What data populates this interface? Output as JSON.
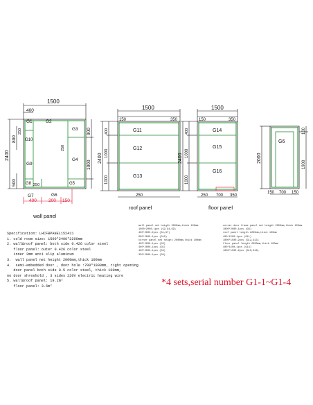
{
  "wall": {
    "caption": "wall panel",
    "top_dim": "1500",
    "top_sub": "400",
    "left_total": "2400",
    "left_dims": [
      "800",
      "500"
    ],
    "left_sub": [
      "250",
      "250"
    ],
    "right_dims": [
      "900",
      "1000"
    ],
    "inner_marks": [
      "250",
      "250"
    ],
    "bottom_red": [
      "400",
      "200",
      "150"
    ],
    "panels": [
      "G1",
      "G2",
      "G3",
      "G4",
      "G5",
      "G6",
      "G7",
      "G8",
      "G9",
      "G10"
    ]
  },
  "roof": {
    "caption": "roof panel",
    "top_dim": "1500",
    "top_sub": [
      "150",
      "350"
    ],
    "left_total": "2400",
    "left_dims": [
      "400",
      "1000",
      "1000"
    ],
    "bottom": "250",
    "panels": [
      "G11",
      "G12",
      "G13"
    ]
  },
  "floor": {
    "caption": "floor panel",
    "top_dim": "1500",
    "top_sub": [
      "150",
      "350"
    ],
    "left_total": "2400",
    "left_dims": [
      "400",
      "1000",
      "1000"
    ],
    "bottom": [
      "250",
      "700",
      "350"
    ],
    "panels": [
      "G14",
      "G15",
      "G16"
    ]
  },
  "door": {
    "left_total": "2000",
    "right_dims": [
      "100",
      "1900"
    ],
    "bottom": [
      "150",
      "700",
      "150"
    ],
    "panels": [
      "G6"
    ]
  },
  "spec_lines": [
    "Specification: LHCFBPANEL152411",
    "1. cold room size: 1500*2400*2200mm",
    "2. wall&roof panel: both side 0.426 color steel",
    "   floor panel: outer 0.426 color steel",
    "   inner 2mm anti slip aluminum",
    "3.  wall panel net height 2000mm,thick 100mm",
    "4.  semi-embedded door , door hole :700*1900mm, right opening",
    "   door panel both side 0.5 color steel, thick 100mm,",
    "no door shreshold , 3 sides 220V electric heating wire",
    "5. wall&roof panel: 19.2m²",
    "   floor panel: 3.6m²"
  ],
  "notes_left": [
    "wall panel net height 2000mm,thick 100mm",
    "1000*2000-1pcs (G2,G4,G9)",
    "400*2000-2pcs (G1,G7)",
    "600*2000-1pcs (G10)",
    "corner panel net height 2000mm,thick 100mm",
    "400*2000-1pcs (G3)",
    "400*2000-1pcs (G5)",
    "400*2000-1pcs (G3)",
    "350*2000-1pcs (G8)"
  ],
  "notes_right": [
    "corner door frame panel net height 2000mm,thick 100mm",
    "1000*2000-1pcs (G6)",
    "roof panel length 2200mm,thick 100mm",
    "400*1500-1pcs (G11)",
    "1000*1500-2pcs (G12,G13)",
    "floor panel length 2300mm,thick 100mm",
    "400*1500-1pcs (G14)",
    "1000*1500-2pcs (G15,G16)"
  ],
  "sets_note": "*4 sets,serial number G1-1~G1-4",
  "colors": {
    "panel": "#1f8a2e",
    "line": "#111111",
    "accent": "#e0142a"
  }
}
